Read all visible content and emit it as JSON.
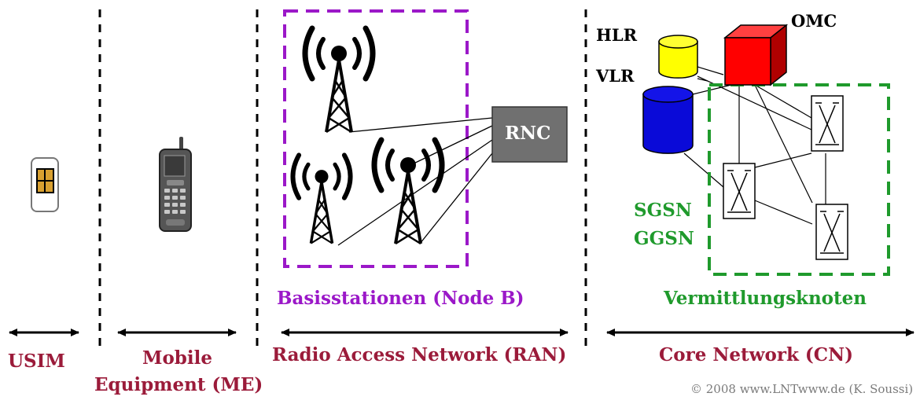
{
  "sections": {
    "usim": "USIM",
    "me_line1": "Mobile",
    "me_line2": "Equipment  (ME)",
    "ran": "Radio Access Network (RAN)",
    "cn": "Core Network (CN)"
  },
  "labels": {
    "basisstationen": "Basisstationen (Node B)",
    "vermittlungsknoten": "Vermittlungsknoten",
    "rnc": "RNC",
    "hlr": "HLR",
    "vlr": "VLR",
    "omc": "OMC",
    "sgsn": "SGSN",
    "ggsn": "GGSN"
  },
  "copyright": "© 2008 www.LNTwww.de (K. Soussi)",
  "colors": {
    "section_label": "#9b1b3a",
    "node_b_box": "#9b18c8",
    "switch_box": "#1f9a2c",
    "rnc_fill": "#707070",
    "hlr_fill": "#ffff00",
    "vlr_fill": "#0000cc",
    "omc_fill": "#ff0000"
  }
}
